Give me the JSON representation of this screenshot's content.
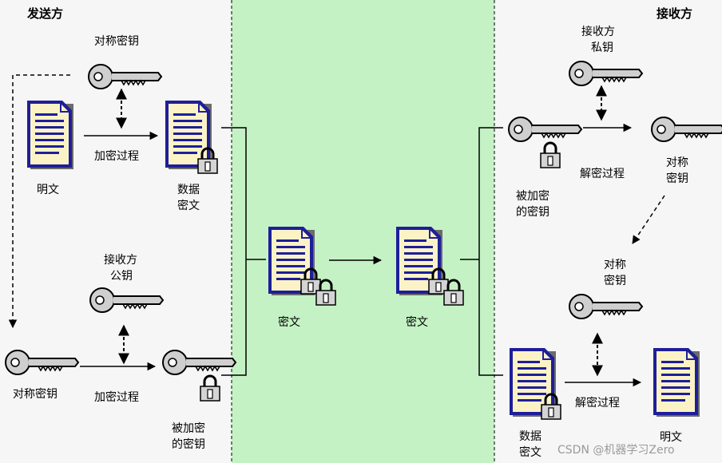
{
  "sender_title": "发送方",
  "receiver_title": "接收方",
  "labels": {
    "sym_key_top": "对称密钥",
    "encrypt_top": "加密过程",
    "plaintext_left": "明文",
    "data_cipher_left_1": "数据",
    "data_cipher_left_2": "密文",
    "recv_pub_1": "接收方",
    "recv_pub_2": "公钥",
    "sym_key_bottom": "对称密钥",
    "encrypt_bottom": "加密过程",
    "enc_key_left_1": "被加密",
    "enc_key_left_2": "的密钥",
    "cipher_mid_left": "密文",
    "cipher_mid_right": "密文",
    "recv_priv_1": "接收方",
    "recv_priv_2": "私钥",
    "decrypt_top": "解密过程",
    "enc_key_right_1": "被加密",
    "enc_key_right_2": "的密钥",
    "sym_key_right_top_1": "对称",
    "sym_key_right_top_2": "密钥",
    "sym_key_right_mid_1": "对称",
    "sym_key_right_mid_2": "密钥",
    "data_cipher_right_1": "数据",
    "data_cipher_right_2": "密文",
    "decrypt_bottom": "解密过程",
    "plaintext_right": "明文",
    "watermark": "CSDN @机器学习Zero"
  },
  "colors": {
    "background": "#f5f6f5",
    "middle_panel": "#c4f2c4",
    "doc_fill": "#fbf3c6",
    "doc_border": "#1e1e9a",
    "doc_lines": "#1e1e9a",
    "key_fill": "#cfcfcf",
    "lock_fill": "#d4d4d4",
    "line": "#000000"
  }
}
